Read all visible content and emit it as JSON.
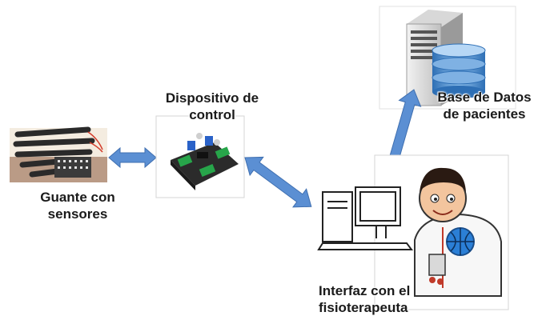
{
  "nodes": {
    "glove": {
      "line1": "Guante con",
      "line2": "sensores"
    },
    "controller": {
      "line1": "Dispositivo de",
      "line2": "control"
    },
    "database": {
      "line1": "Base de Datos",
      "line2": "de pacientes"
    },
    "interface": {
      "line1": "Interfaz con el",
      "line2": "fisioterapeuta"
    }
  },
  "colors": {
    "arrow_fill": "#5b8fd3",
    "arrow_stroke": "#3f6fb0"
  }
}
